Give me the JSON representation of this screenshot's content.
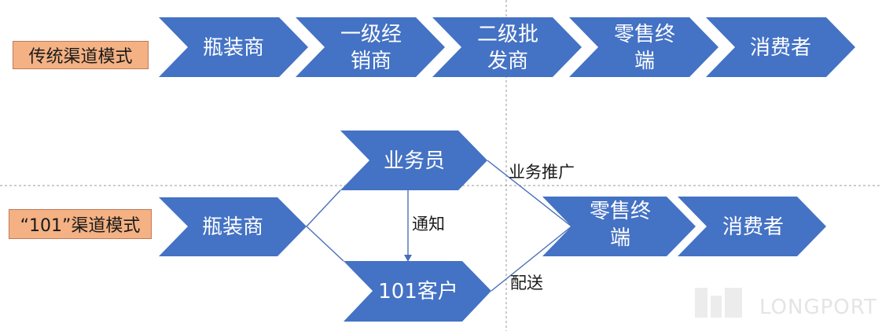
{
  "traditional": {
    "label": "传统渠道模式",
    "steps": [
      {
        "lines": [
          "瓶装商"
        ]
      },
      {
        "lines": [
          "一级经",
          "销商"
        ]
      },
      {
        "lines": [
          "二级批",
          "发商"
        ]
      },
      {
        "lines": [
          "零售终",
          "端"
        ]
      },
      {
        "lines": [
          "消费者"
        ]
      }
    ]
  },
  "model101": {
    "label": "“101”渠道模式",
    "bottler": [
      "瓶装商"
    ],
    "salesman": [
      "业务员"
    ],
    "client": [
      "101客户"
    ],
    "retail": [
      "零售终",
      "端"
    ],
    "consumer": [
      "消费者"
    ],
    "notify": "通知",
    "promotion": "业务推广",
    "delivery": "配送"
  },
  "colors": {
    "chevron": "#4472c4",
    "label_fill": "#f4b183",
    "lines": "#4a6fb8"
  },
  "watermark": "LONGPORT"
}
